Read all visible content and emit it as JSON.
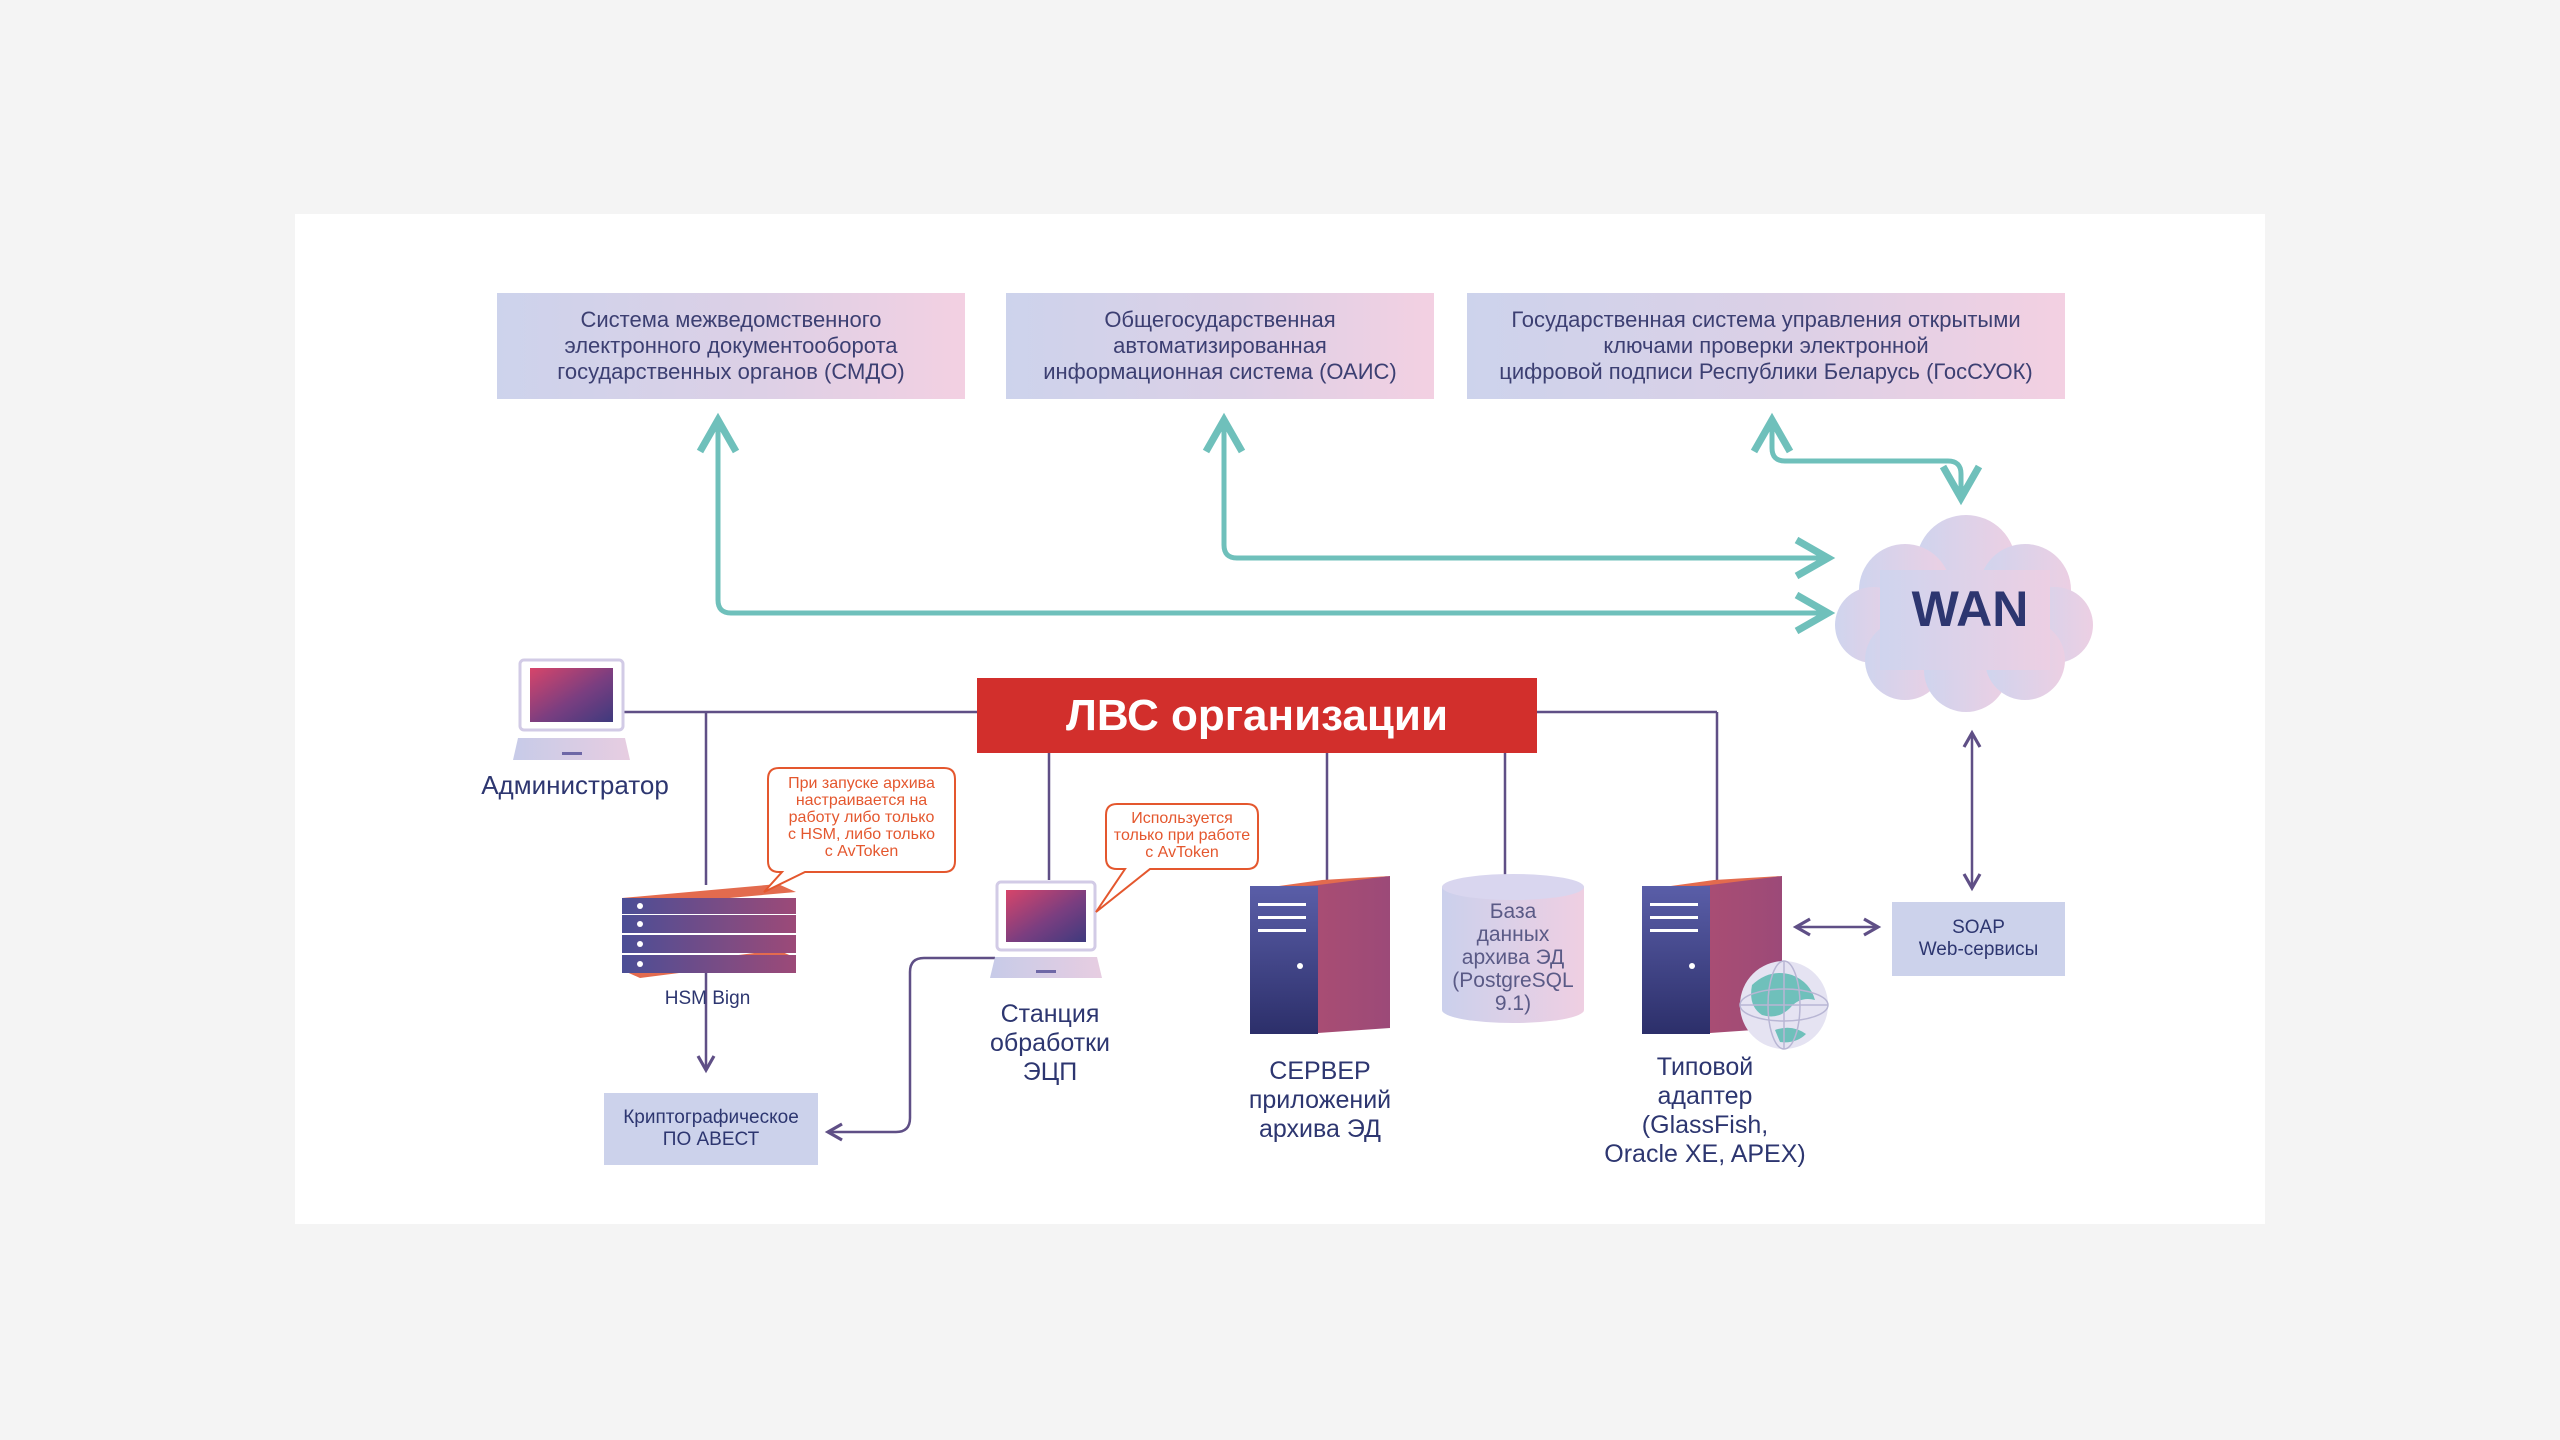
{
  "systems": {
    "smdo": "Система межведомственного\nэлектронного документооборота\nгосударственных органов (СМДО)",
    "oais": "Общегосударственная\nавтоматизированная\nинформационная система (ОАИС)",
    "gosuok": "Государственная система управления открытыми\nключами проверки электронной\nцифровой подписи Республики Беларусь (ГосСУОК)"
  },
  "network": {
    "wan": "WAN",
    "lvs": "ЛВС организации"
  },
  "nodes": {
    "admin": "Администратор",
    "hsm": "HSM Bign",
    "station": "Станция\nобработки\nЭЦП",
    "server": "СЕРВЕР\nприложений\nархива ЭД",
    "database": "База\nданных\nархива ЭД\n(PostgreSQL\n9.1)",
    "adapter": "Типовой\nадаптер\n(GlassFish,\nOracle XE, APEX)",
    "crypto": "Криптографическое\nПО АВЕСТ",
    "soap": "SOAP\nWeb-сервисы"
  },
  "callouts": {
    "hsm_note": "При запуске архива\nнастраивается на\nработу либо только\nс HSM, либо только\nс AvToken",
    "station_note": "Используется\nтолько при работе\nс AvToken"
  },
  "colors": {
    "arrow_teal": "#6fc0bb",
    "line_purple": "#5f4f86",
    "lvs_red": "#d22f2c",
    "callout_orange": "#e4572e",
    "box_lavender": "#ccd2eb",
    "text_navy": "#2d3670"
  }
}
